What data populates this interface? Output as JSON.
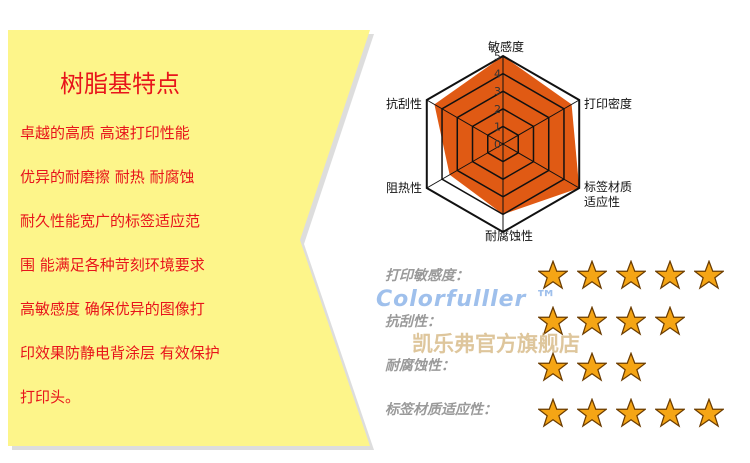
{
  "left": {
    "title": "树脂基特点",
    "lines": [
      "卓越的高质  高速打印性能",
      "优异的耐磨擦  耐热  耐腐蚀",
      "耐久性能宽广的标签适应范",
      "围  能满足各种苛刻环境要求",
      "高敏感度  确保优异的图像打",
      "印效果防静电背涂层  有效保护",
      "打印头。"
    ]
  },
  "radar": {
    "axes": [
      "敏感度",
      "打印密度",
      "标签材质适应性",
      "耐腐蚀性",
      "阻热性",
      "抗刮性"
    ],
    "ticks": [
      "0",
      "1",
      "2",
      "3",
      "4",
      "5"
    ],
    "values": [
      5,
      4.5,
      5,
      4,
      3.5,
      4.5
    ],
    "fill": "#e05a14"
  },
  "ratings": [
    {
      "label": "打印敏感度：",
      "stars": 5
    },
    {
      "label": "抗刮性：",
      "stars": 4
    },
    {
      "label": "耐腐蚀性：",
      "stars": 3
    },
    {
      "label": "标签材质适应性：",
      "stars": 5
    }
  ],
  "watermark": {
    "brand": "Colorfulller ™",
    "store": "凯乐弗官方旗舰店"
  },
  "colors": {
    "panel": "#fdf58a",
    "text": "#e8141b",
    "star": "#f5a515"
  }
}
